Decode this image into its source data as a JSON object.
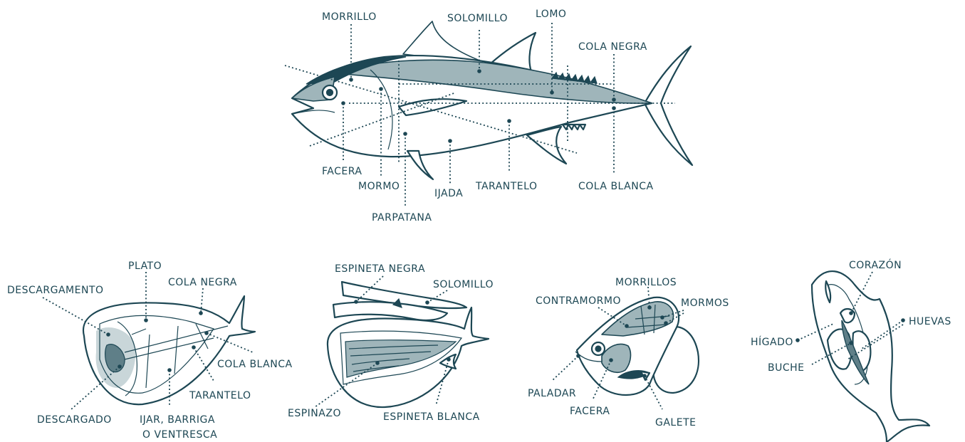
{
  "colors": {
    "ink": "#1d4754",
    "fill": "#9fb5ba",
    "deep": "#5f7f88",
    "background": "#ffffff"
  },
  "main_fish": {
    "labels": {
      "morrillo": "MORRILLO",
      "solomillo": "SOLOMILLO",
      "lomo": "LOMO",
      "cola_negra": "COLA NEGRA",
      "facera": "FACERA",
      "mormo": "MORMO",
      "ijada": "IJADA",
      "tarantelo": "TARANTELO",
      "cola_blanca": "COLA BLANCA",
      "parpatana": "PARPATANA"
    }
  },
  "cross_section": {
    "labels": {
      "plato": "PLATO",
      "descargamento": "DESCARGAMENTO",
      "cola_negra": "COLA NEGRA",
      "cola_blanca": "COLA BLANCA",
      "tarantelo": "TARANTELO",
      "descargado": "DESCARGADO",
      "ijar_line1": "IJAR, BARRIGA",
      "ijar_line2": "O VENTRESCA"
    }
  },
  "spine_section": {
    "labels": {
      "espineta_negra": "ESPINETA NEGRA",
      "solomillo": "SOLOMILLO",
      "espinazo": "ESPINAZO",
      "espineta_blanca": "ESPINETA BLANCA"
    }
  },
  "head_section": {
    "labels": {
      "morrillos": "MORRILLOS",
      "contramormo": "CONTRAMORMO",
      "mormos": "MORMOS",
      "paladar": "PALADAR",
      "facera": "FACERA",
      "galete": "GALETE"
    }
  },
  "organs_section": {
    "labels": {
      "corazon": "CORAZÓN",
      "higado": "HÍGADO",
      "huevas": "HUEVAS",
      "buche": "BUCHE"
    }
  }
}
